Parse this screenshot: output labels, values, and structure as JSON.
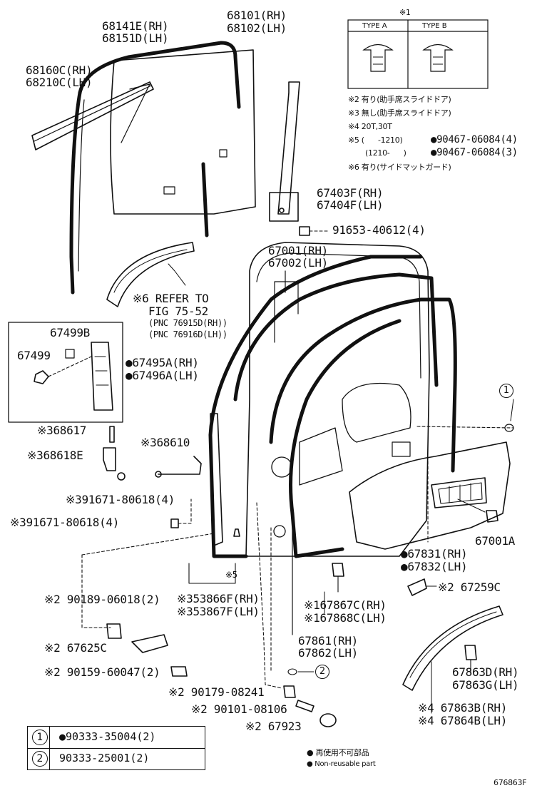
{
  "labels": {
    "p68141E": "68141E(RH)",
    "p68151D": "68151D(LH)",
    "p68101": "68101(RH)",
    "p68102": "68102(LH)",
    "p68160C": "68160C(RH)",
    "p68210C": "68210C(LH)",
    "p67403F": "67403F(RH)",
    "p67404F": "67404F(LH)",
    "p91653": "91653-40612(4)",
    "p67001": "67001(RH)",
    "p67002": "67002(LH)",
    "refer": "※6 REFER TO",
    "fig": "FIG 75-52",
    "pnc1": "(PNC 76915D(RH))",
    "pnc2": "(PNC 76916D(LH))",
    "p67499B": "67499B",
    "p67499": "67499",
    "p67495A": "●67495A(RH)",
    "p67496A": "●67496A(LH)",
    "p68617": "※368617",
    "p68618E": "※368618E",
    "p68610": "※368610",
    "p91671a": "※391671-80618(4)",
    "p91671b": "※391671-80618(4)",
    "p67001A": "67001A",
    "p67831": "●67831(RH)",
    "p67832": "●67832(LH)",
    "s5": "※5",
    "p90189": "※2 90189-06018(2)",
    "p53866F": "※353866F(RH)",
    "p53867F": "※353867F(LH)",
    "p67867C": "※167867C(RH)",
    "p67868C": "※167868C(LH)",
    "p67259C": "※2 67259C",
    "p67625C": "※2 67625C",
    "p67861": "67861(RH)",
    "p67862": "67862(LH)",
    "p90159": "※2 90159-60047(2)",
    "p67863D": "67863D(RH)",
    "p67863G": "67863G(LH)",
    "p90179": "※2 90179-08241",
    "p90101": "※2 90101-08106",
    "p67923": "※2 67923",
    "p67863B": "※4 67863B(RH)",
    "p67864B": "※4 67864B(LH)"
  },
  "callouts": {
    "c1": "1",
    "c2": "2"
  },
  "notes": {
    "header": "※1",
    "type_a": "TYPE A",
    "type_b": "TYPE B",
    "n2": "※2 有り(助手席スライドドア)",
    "n3": "※3 無し(助手席スライドドア)",
    "n4": "※4 20T,30T",
    "n5a_cond": "※5 (      -1210)",
    "n5a_part": "●90467-06084(4)",
    "n5b_cond": "(1210-      )",
    "n5b_part": "●90467-06084(3)",
    "n6": "※6 有り(サイドマットガード)"
  },
  "legend": [
    {
      "num": "1",
      "part": "●90333-35004(2)"
    },
    {
      "num": "2",
      "part": "90333-25001(2)"
    }
  ],
  "footnote": {
    "jp": "● 再使用不可部品",
    "en": "● Non-reusable part"
  },
  "diagram_id": "676863F"
}
